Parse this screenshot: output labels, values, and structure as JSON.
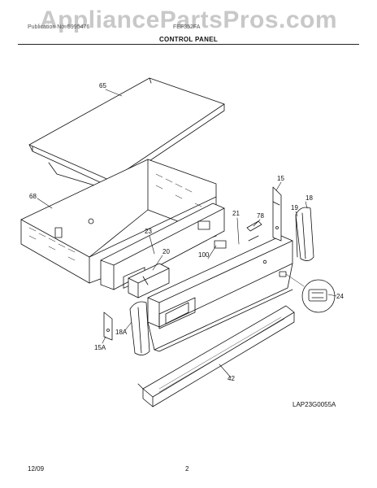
{
  "watermark": "AppliancePartsPros.com",
  "header": {
    "left_text": "Publication No: 5995476",
    "right_text": "FEF352FA",
    "title": "CONTROL PANEL"
  },
  "callouts": {
    "c65": "65",
    "c68": "68",
    "c23": "23",
    "c20": "20",
    "c100": "100",
    "c21": "21",
    "c78": "78",
    "c15": "15",
    "c18": "18",
    "c19": "19",
    "c24": "24",
    "c18A": "18A",
    "c15A": "15A",
    "c42": "42"
  },
  "drawing_code": "LAP23G0055A",
  "footer": {
    "date": "12/09",
    "page": "2"
  },
  "colors": {
    "line": "#111111",
    "watermark": "#c8c8c8"
  }
}
